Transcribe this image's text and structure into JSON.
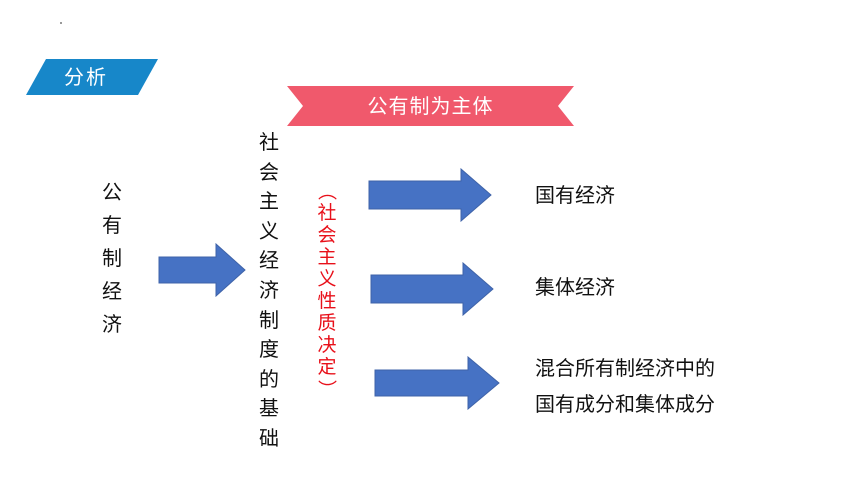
{
  "tag": {
    "label": "分析",
    "color": "#1787c9"
  },
  "banner": {
    "label": "公有制为主体",
    "color": "#f0596c"
  },
  "left_column": {
    "chars": [
      "公",
      "有",
      "制",
      "经",
      "济"
    ]
  },
  "basis_column": {
    "chars": [
      "社",
      "会",
      "主",
      "义",
      "经",
      "济",
      "制",
      "度",
      "的",
      "基",
      "础"
    ]
  },
  "nature_note": {
    "chars": [
      "（",
      "社",
      "会",
      "主",
      "义",
      "性",
      "质",
      "决",
      "定",
      "）"
    ],
    "color": "#e8101a"
  },
  "arrow_color": "#4672c4",
  "targets": {
    "state": "国有经济",
    "collective": "集体经济",
    "mixed_line1": "混合所有制经济中的",
    "mixed_line2": "国有成分和集体成分"
  }
}
